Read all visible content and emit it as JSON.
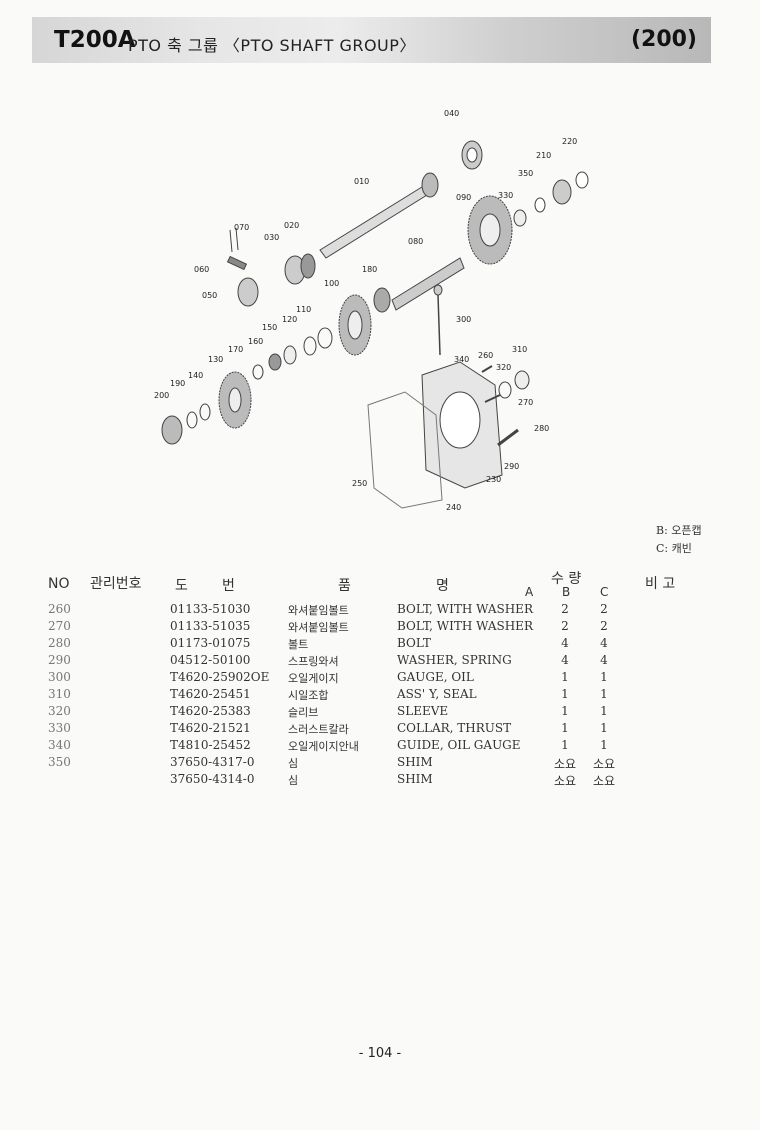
{
  "header": {
    "model": "T200A",
    "title": "PTO 축 그룹 〈PTO SHAFT GROUP〉",
    "page_code": "(200)"
  },
  "legend": {
    "b": "B: 오픈캡",
    "c": "C: 캐빈"
  },
  "diagram_labels": [
    "040",
    "220",
    "210",
    "350",
    "010",
    "330",
    "090",
    "070",
    "020",
    "030",
    "080",
    "060",
    "180",
    "100",
    "050",
    "110",
    "300",
    "120",
    "150",
    "160",
    "340",
    "260",
    "310",
    "170",
    "320",
    "130",
    "140",
    "190",
    "270",
    "200",
    "280",
    "290",
    "230",
    "250",
    "240"
  ],
  "table": {
    "headers": {
      "no": "NO",
      "mgmt": "관리번호",
      "part1": "도",
      "part2": "번",
      "name1": "품",
      "name2": "명",
      "qty": "수 량",
      "a": "A",
      "b": "B",
      "c": "C",
      "remark": "비 고"
    },
    "rows": [
      {
        "no": "260",
        "part": "01133-51030",
        "kr": "와셔붙임볼트",
        "en": "BOLT, WITH WASHER",
        "b": "2",
        "c": "2"
      },
      {
        "no": "270",
        "part": "01133-51035",
        "kr": "와셔붙임볼트",
        "en": "BOLT, WITH WASHER",
        "b": "2",
        "c": "2"
      },
      {
        "no": "280",
        "part": "01173-01075",
        "kr": "볼트",
        "en": "BOLT",
        "b": "4",
        "c": "4"
      },
      {
        "no": "290",
        "part": "04512-50100",
        "kr": "스프링와셔",
        "en": "WASHER, SPRING",
        "b": "4",
        "c": "4"
      },
      {
        "no": "300",
        "part": "T4620-25902OE",
        "kr": "오일게이지",
        "en": "GAUGE, OIL",
        "b": "1",
        "c": "1"
      },
      {
        "no": "310",
        "part": "T4620-25451",
        "kr": "시일조합",
        "en": "ASS' Y, SEAL",
        "b": "1",
        "c": "1"
      },
      {
        "no": "320",
        "part": "T4620-25383",
        "kr": "슬리브",
        "en": "SLEEVE",
        "b": "1",
        "c": "1"
      },
      {
        "no": "330",
        "part": "T4620-21521",
        "kr": "스러스트칼라",
        "en": "COLLAR, THRUST",
        "b": "1",
        "c": "1"
      },
      {
        "no": "340",
        "part": "T4810-25452",
        "kr": "오일게이지안내",
        "en": "GUIDE, OIL GAUGE",
        "b": "1",
        "c": "1"
      },
      {
        "no": "350",
        "part": "37650-4317-0",
        "kr": "심",
        "en": "SHIM",
        "b": "소요",
        "c": "소요"
      },
      {
        "no": "",
        "part": "37650-4314-0",
        "kr": "심",
        "en": "SHIM",
        "b": "소요",
        "c": "소요"
      }
    ]
  },
  "page_number": "- 104 -"
}
